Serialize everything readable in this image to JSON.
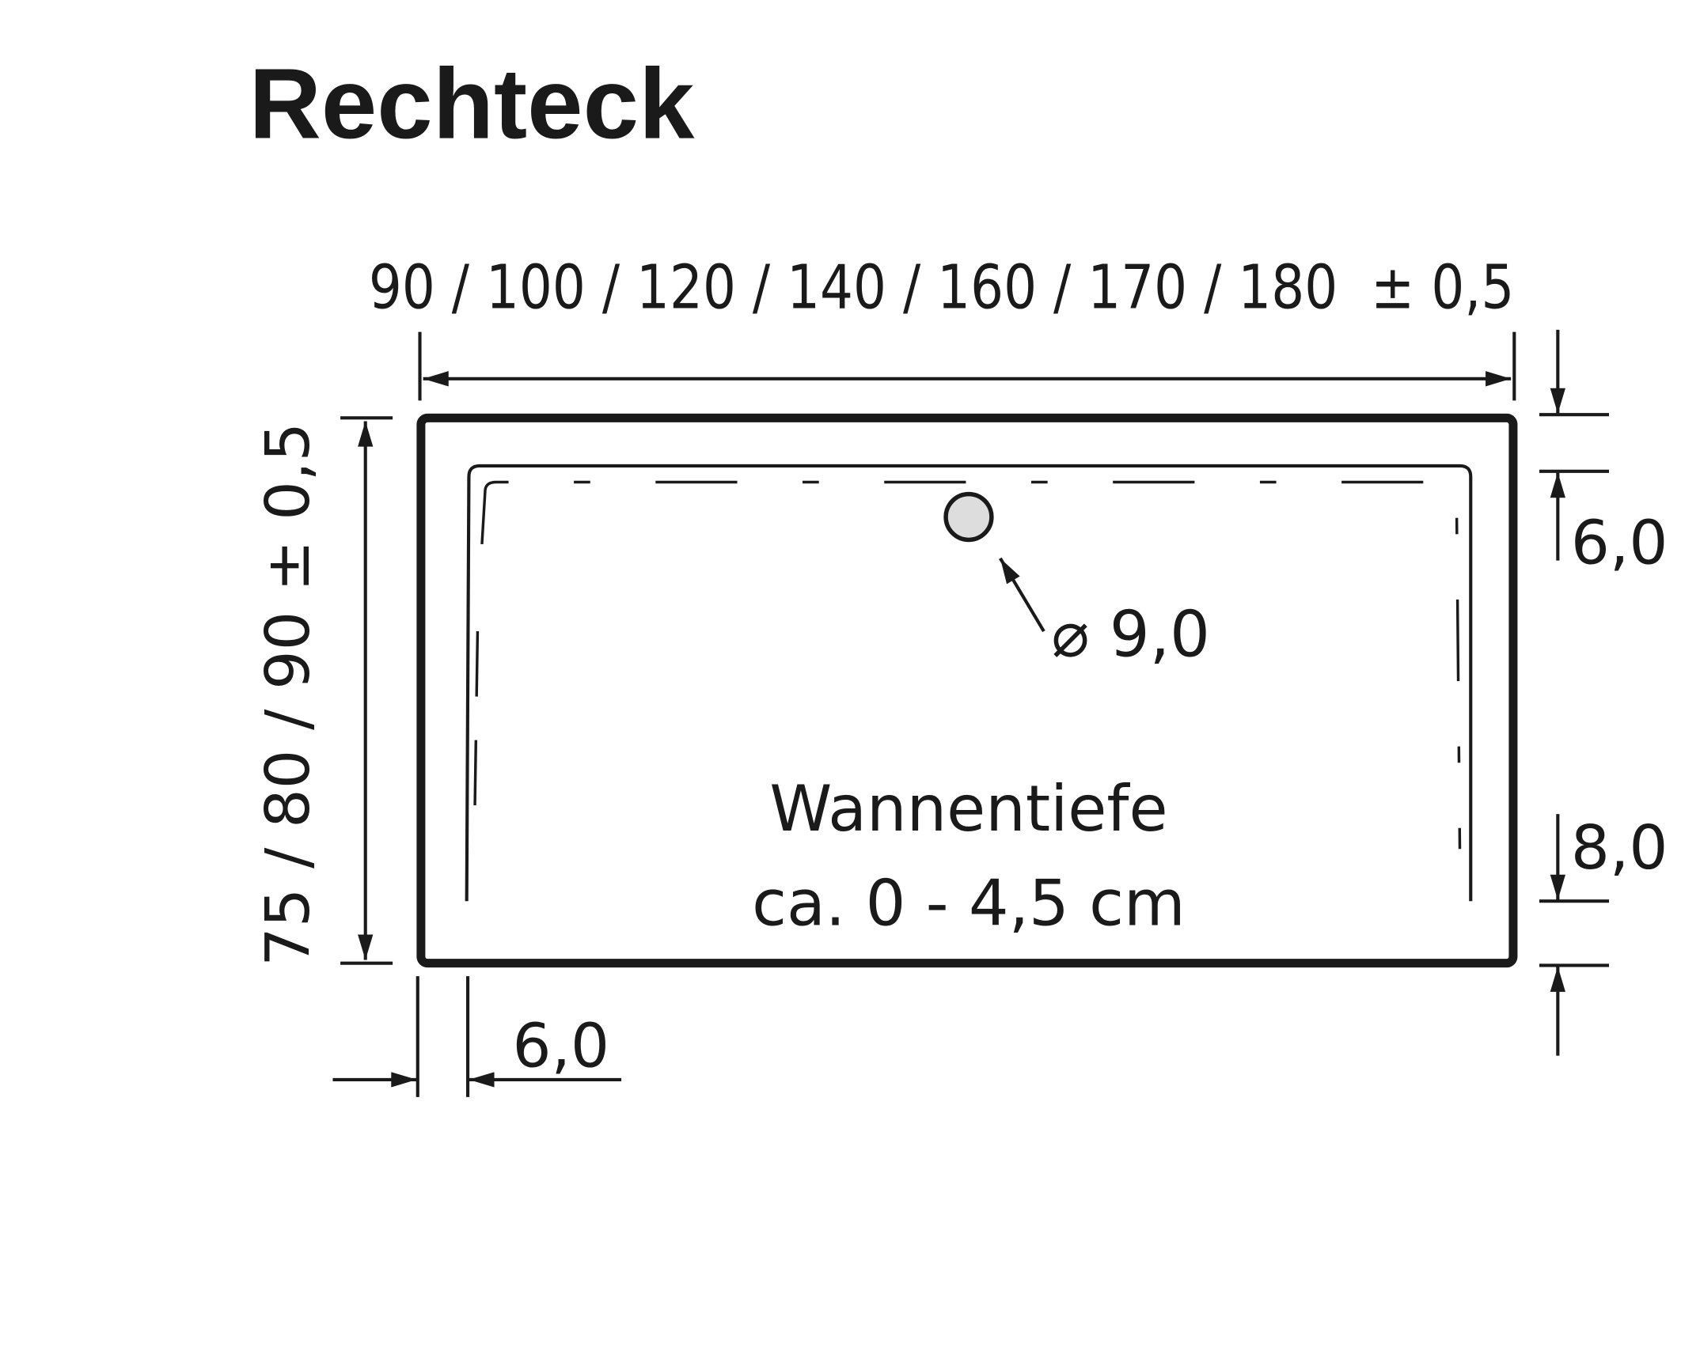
{
  "title": "Rechteck",
  "dimensions": {
    "width": "90 / 100 / 120 / 140 / 160 / 170 / 180  ± 0,5",
    "depth": "75 / 80 / 90 ± 0,5",
    "rim_top": "6,0",
    "rim_bottom": "8,0",
    "rim_left": "6,0",
    "drain": "⌀ 9,0"
  },
  "tray_depth": {
    "line1": "Wannentiefe",
    "line2": "ca. 0 - 4,5 cm"
  },
  "colors": {
    "stroke": "#1a1a1a",
    "drain_fill": "#dddddd"
  }
}
